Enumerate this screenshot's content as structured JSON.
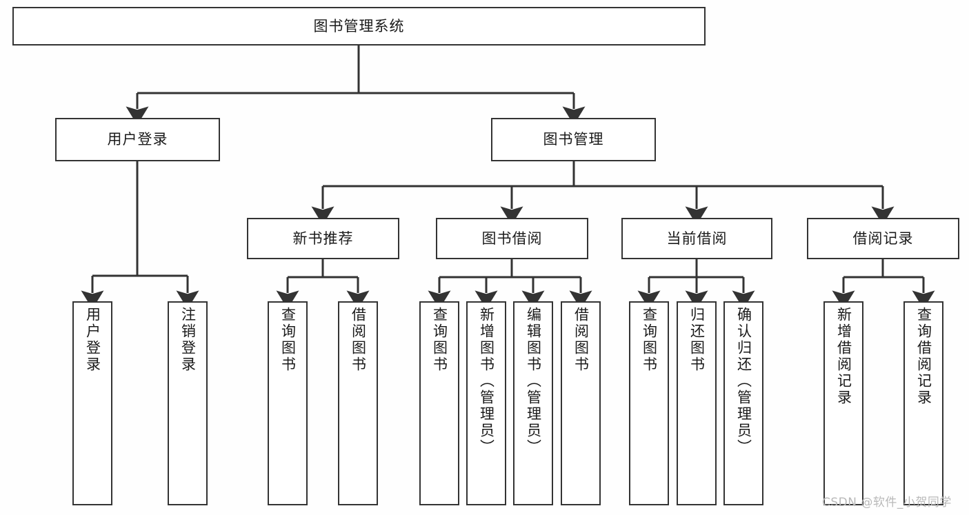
{
  "diagram": {
    "title": "图书管理系统",
    "type": "tree-hierarchy-diagram",
    "orientation": "top-down",
    "colors": {
      "background": "#fefefe",
      "node_fill": "#ffffff",
      "node_border": "#333333",
      "edge": "#333333",
      "text": "#1a1a1a",
      "watermark": "#b9b9b9"
    },
    "watermark": "CSDN @软件_小贺同学"
  },
  "nodes": {
    "root": {
      "label": "图书管理系统",
      "level": 0
    },
    "level1": [
      {
        "id": "user-login",
        "label": "用户登录"
      },
      {
        "id": "book-management",
        "label": "图书管理"
      }
    ],
    "level2": [
      {
        "id": "new-book-recommend",
        "label": "新书推荐",
        "parent": "book-management"
      },
      {
        "id": "book-borrow",
        "label": "图书借阅",
        "parent": "book-management"
      },
      {
        "id": "current-borrow",
        "label": "当前借阅",
        "parent": "book-management"
      },
      {
        "id": "borrow-record",
        "label": "借阅记录",
        "parent": "book-management"
      }
    ],
    "leaves": [
      {
        "id": "leaf-user-login",
        "label": "用户登录",
        "parent": "user-login"
      },
      {
        "id": "leaf-logout-login",
        "label": "注销登录",
        "parent": "user-login"
      },
      {
        "id": "leaf-query-book-1",
        "label": "查询图书",
        "parent": "new-book-recommend"
      },
      {
        "id": "leaf-borrow-book-1",
        "label": "借阅图书",
        "parent": "new-book-recommend"
      },
      {
        "id": "leaf-query-book-2",
        "label": "查询图书",
        "parent": "book-borrow"
      },
      {
        "id": "leaf-add-book",
        "label": "新增图书（管理员）",
        "parent": "book-borrow"
      },
      {
        "id": "leaf-edit-book",
        "label": "编辑图书（管理员）",
        "parent": "book-borrow"
      },
      {
        "id": "leaf-borrow-book-2",
        "label": "借阅图书",
        "parent": "book-borrow"
      },
      {
        "id": "leaf-query-book-3",
        "label": "查询图书",
        "parent": "current-borrow"
      },
      {
        "id": "leaf-return-book",
        "label": "归还图书",
        "parent": "current-borrow"
      },
      {
        "id": "leaf-confirm-return",
        "label": "确认归还（管理员）",
        "parent": "current-borrow"
      },
      {
        "id": "leaf-add-record",
        "label": "新增借阅记录",
        "parent": "borrow-record"
      },
      {
        "id": "leaf-query-record",
        "label": "查询借阅记录",
        "parent": "borrow-record"
      }
    ]
  }
}
